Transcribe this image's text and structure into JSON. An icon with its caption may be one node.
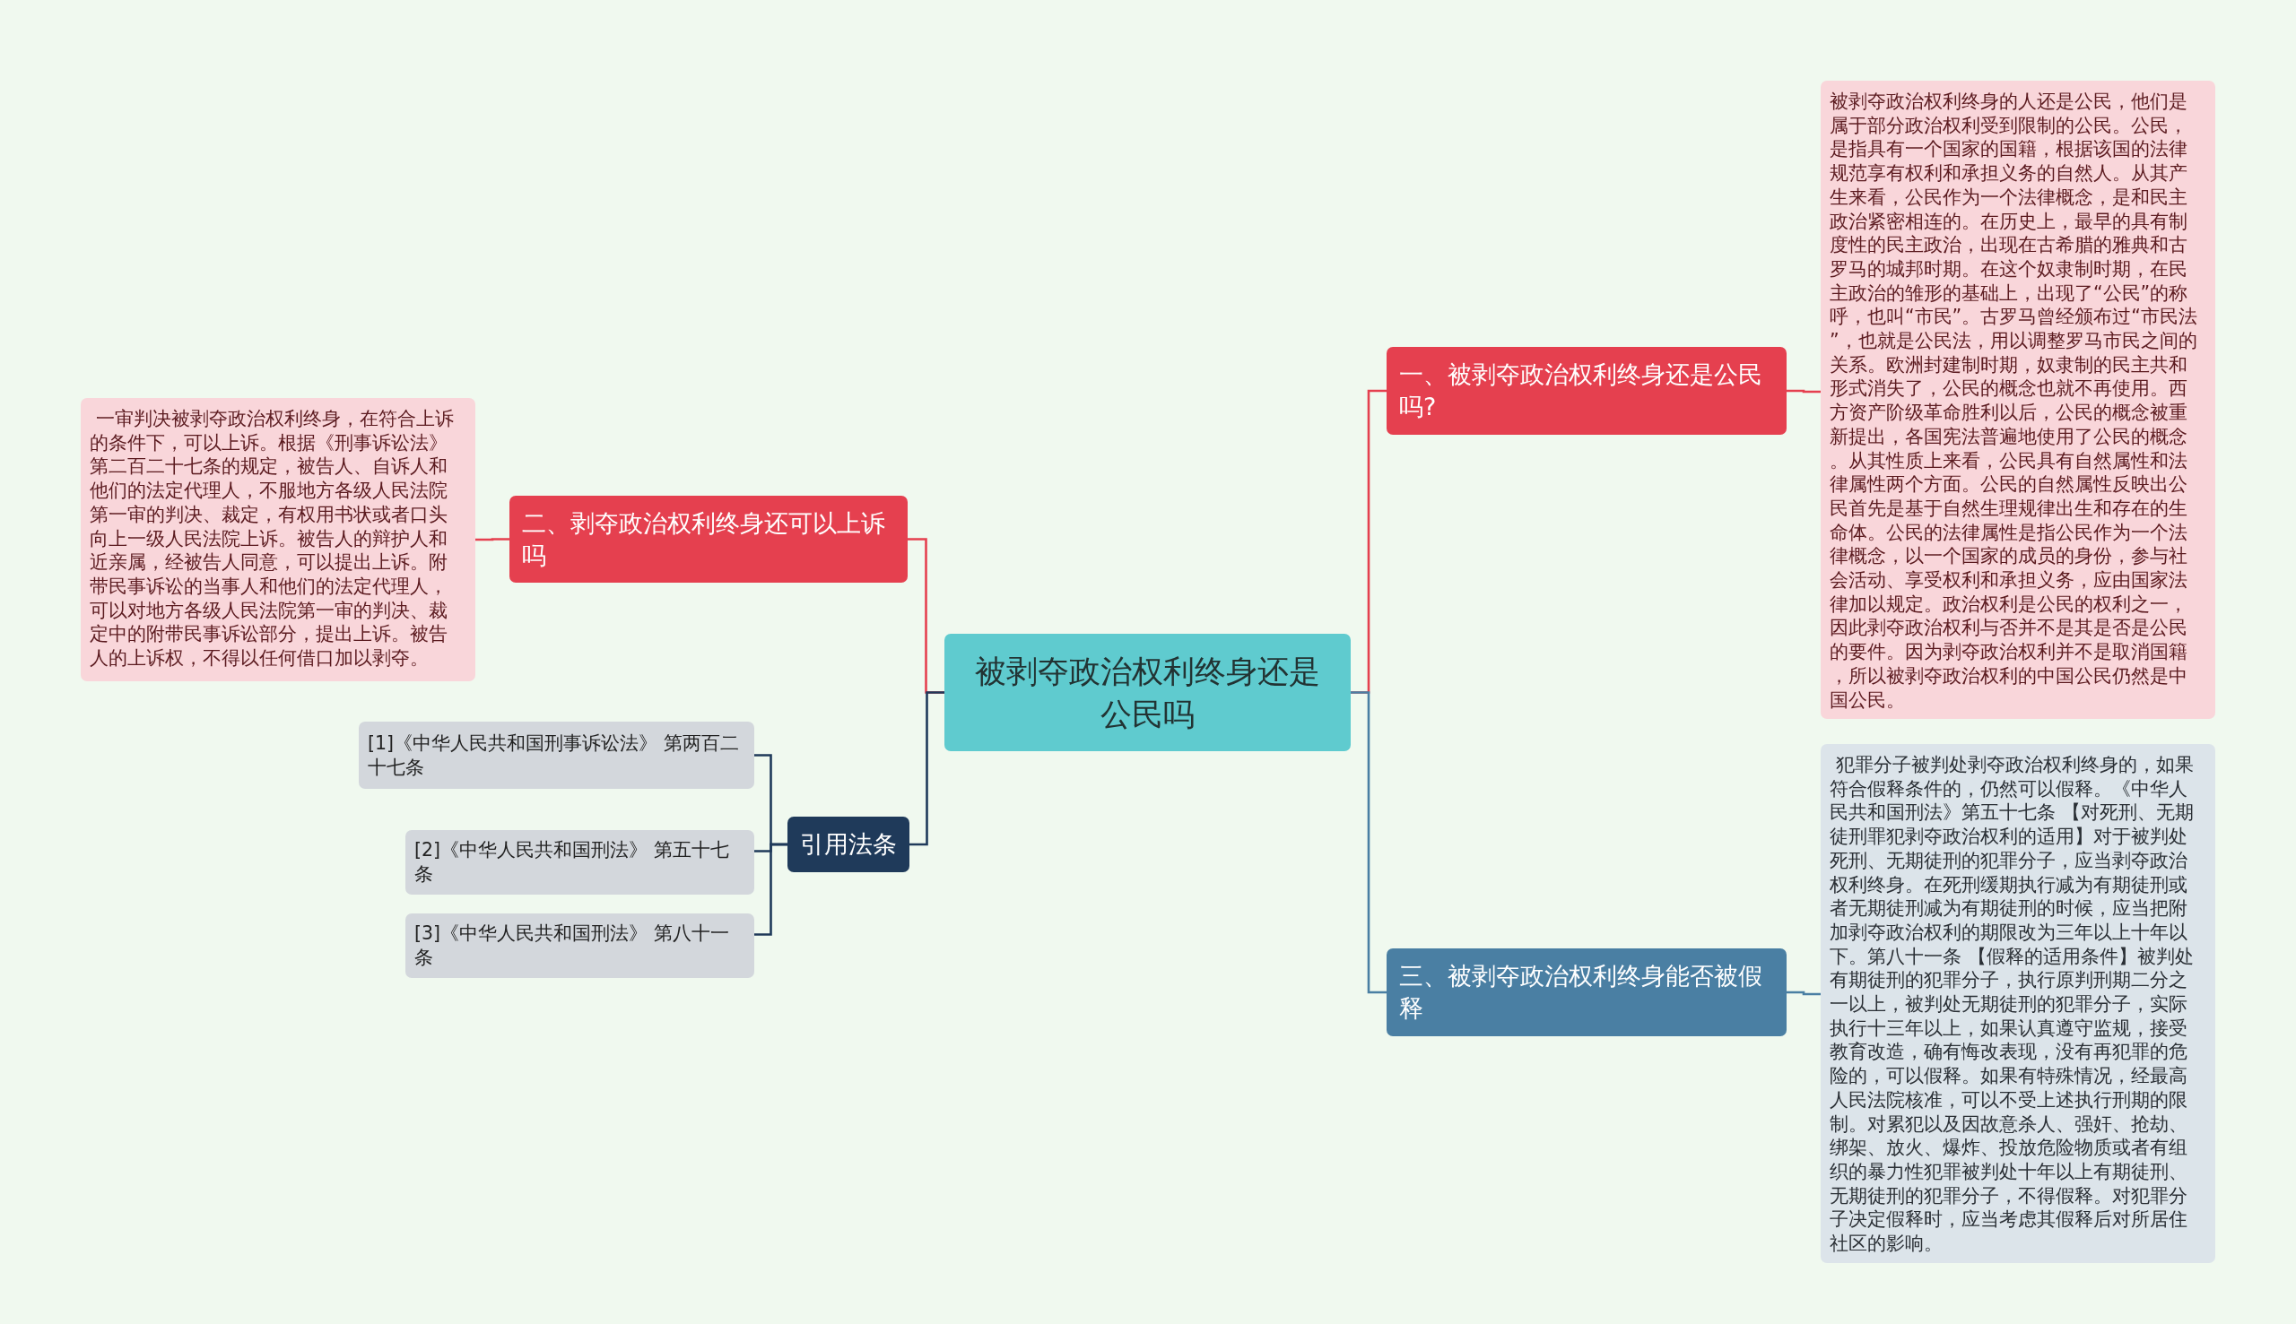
{
  "diagram": {
    "nodes": [
      {
        "text": [
          "被剥夺政治权利终身还是公民吗"
        ]
      },
      {
        "text": [
          "一、被剥夺政治权利终身还是公民吗?"
        ]
      },
      {
        "text": [
          "被剥夺政治权利终身的人还是公民，他们是属于部分政治权利受到限制的公民。公民，是指具有一个国家的国籍，根据该国的法律规范享有权利和承担义务的自然人。从其产生来看，公民作为一个法律概念，是和民主政治紧密相连的。在历史上，最早的具有制度性的民主政治，出现在古希腊的雅典和古罗马的城邦时期。在这个奴隶制时期，在民主政治的雏形的基础上，出现了“公民”的称呼，也叫“市民”。古罗马曾经颁布过“市民法”，也就是公民法，用以调整罗马市民之间的关系。欧洲封建制时期，奴隶制的民主共和形式消失了，公民的概念也就不再使用。西方资产阶级革命胜利以后，公民的概念被重新提出，各国宪法普遍地使用了公民的概念。从其性质上来看，公民具有自然属性和法律属性两个方面。公民的自然属性反映出公民首先是基于自然生理规律出生和存在的生命体。公民的法律属性是指公民作为一个法律概念，以一个国家的成员的身份，参与社会活动、享受权利和承担义务，应由国家法律加以规定。政治权利是公民的权利之一，因此剥夺政治权利与否并不是其是否是公民的要件。因为剥夺政治权利并不是取消国籍，所以被剥夺政治权利的中国公民仍然是中国公民。"
        ]
      },
      {
        "text": [
          "二、剥夺政治权利终身还可以上诉吗"
        ]
      },
      {
        "text": [
          " 一审判决被剥夺政治权利终身，在符合上诉的条件下，可以上诉。根据《刑事诉讼法》第二百二十七条的规定，被告人、自诉人和他们的法定代理人，不服地方各级人民法院第一审的判决、裁定，有权用书状或者口头向上一级人民法院上诉。被告人的辩护人和近亲属，经被告人同意，可以提出上诉。附带民事诉讼的当事人和他们的法定代理人，可以对地方各级人民法院第一审的判决、裁定中的附带民事诉讼部分，提出上诉。被告人的上诉权，不得以任何借口加以剥夺。"
        ]
      },
      {
        "text": [
          "三、被剥夺政治权利终身能否被假释"
        ]
      },
      {
        "text": [
          " 犯罪分子被判处剥夺政治权利终身的，如果符合假释条件的，仍然可以假释。《中华人民共和国刑法》第五十七条 【对死刑、无期徒刑罪犯剥夺政治权利的适用】对于被判处死刑、无期徒刑的犯罪分子，应当剥夺政治权利终身。在死刑缓期执行减为有期徒刑或者无期徒刑减为有期徒刑的时候，应当把附加剥夺政治权利的期限改为三年以上十年以下。第八十一条 【假释的适用条件】被判处有期徒刑的犯罪分子，执行原判刑期二分之一以上，被判处无期徒刑的犯罪分子，实际执行十三年以上，如果认真遵守监规，接受教育改造，确有悔改表现，没有再犯罪的危险的，可以假释。如果有特殊情况，经最高人民法院核准，可以不受上述执行刑期的限制。对累犯以及因故意杀人、强奸、抢劫、绑架、放火、爆炸、投放危险物质或者有组织的暴力性犯罪被判处十年以上有期徒刑、无期徒刑的犯罪分子，不得假释。对犯罪分子决定假释时，应当考虑其假释后对所居住社区的影响。"
        ]
      },
      {
        "text": [
          "引用法条"
        ]
      },
      {
        "text": [
          "[1]《中华人民共和国刑事诉讼法》 第两百二十七条"
        ]
      },
      {
        "text": [
          "[2]《中华人民共和国刑法》 第五十七条"
        ]
      },
      {
        "text": [
          "[3]《中华人民共和国刑法》 第八十一条"
        ]
      }
    ],
    "edges": [
      {
        "from": 0,
        "to": 1,
        "arrow": "none",
        "color": "#e5404f"
      },
      {
        "from": 1,
        "to": 2,
        "arrow": "none",
        "color": "#e5404f"
      },
      {
        "from": 0,
        "to": 3,
        "arrow": "none",
        "color": "#e5404f"
      },
      {
        "from": 3,
        "to": 4,
        "arrow": "none",
        "color": "#e5404f"
      },
      {
        "from": 0,
        "to": 5,
        "arrow": "none",
        "color": "#4a7fa3"
      },
      {
        "from": 5,
        "to": 6,
        "arrow": "none",
        "color": "#4a7fa3"
      },
      {
        "from": 0,
        "to": 7,
        "arrow": "none",
        "color": "#1f3a5a"
      },
      {
        "from": 7,
        "to": 8,
        "arrow": "none",
        "color": "#1f3a5a"
      },
      {
        "from": 7,
        "to": 9,
        "arrow": "none",
        "color": "#1f3a5a"
      },
      {
        "from": 7,
        "to": 10,
        "arrow": "none",
        "color": "#1f3a5a"
      }
    ]
  }
}
